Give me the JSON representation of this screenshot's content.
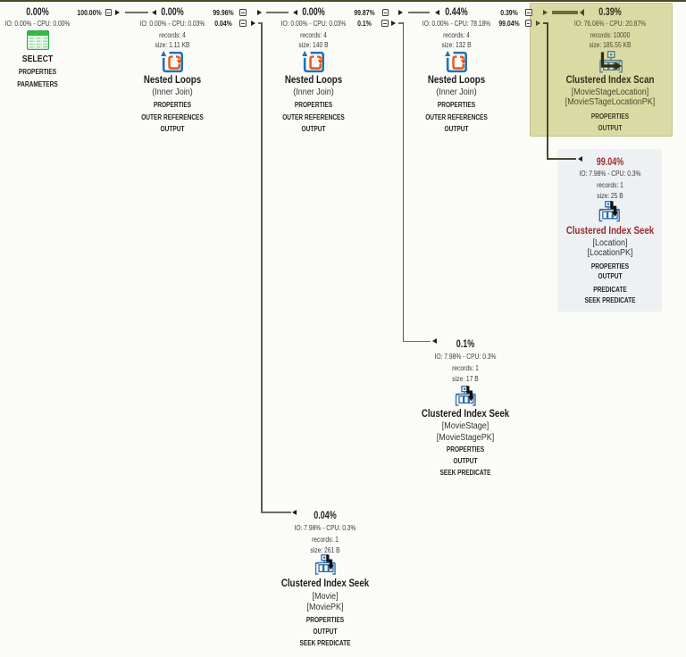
{
  "diagram": {
    "kind": "sql-execution-plan",
    "accent_colors": {
      "selected_highlight": "#dadaa4",
      "seek_highlight": "#edf1f4",
      "expensive_text": "#9b2c2e",
      "top_border": "#45451f"
    },
    "nodes": {
      "select": {
        "header": "0.00%",
        "stats": "IO: 0.00% - CPU: 0.00%",
        "name": "SELECT",
        "sections": [
          "PROPERTIES",
          "PARAMETERS"
        ]
      },
      "nl1": {
        "header": "0.00%",
        "stats": "IO: 0.00% - CPU: 0.03%",
        "records": "records: 4",
        "size": "size: 1.11 KB",
        "name": "Nested Loops",
        "subtitle": "(Inner Join)",
        "sections": [
          "PROPERTIES",
          "OUTER REFERENCES",
          "OUTPUT"
        ]
      },
      "nl2": {
        "header": "0.00%",
        "stats": "IO: 0.00% - CPU: 0.03%",
        "records": "records: 4",
        "size": "size: 140 B",
        "name": "Nested Loops",
        "subtitle": "(Inner Join)",
        "sections": [
          "PROPERTIES",
          "OUTER REFERENCES",
          "OUTPUT"
        ]
      },
      "nl3": {
        "header": "0.44%",
        "stats": "IO: 0.00% - CPU: 78.18%",
        "records": "records: 4",
        "size": "size: 132 B",
        "name": "Nested Loops",
        "subtitle": "(Inner Join)",
        "sections": [
          "PROPERTIES",
          "OUTER REFERENCES",
          "OUTPUT"
        ]
      },
      "scan": {
        "header": "0.39%",
        "stats": "IO: 76.06% - CPU: 20.87%",
        "records": "records: 10000",
        "size": "size: 185.55 KB",
        "name": "Clustered Index Scan",
        "subtitle": "[MovieStageLocation]",
        "subtitle2": "[MovieSTageLocationPK]",
        "sections": [
          "PROPERTIES",
          "OUTPUT"
        ],
        "selected": true
      },
      "seek_location": {
        "header": "99.04%",
        "stats": "IO: 7.98% - CPU: 0.3%",
        "records": "records: 1",
        "size": "size: 25 B",
        "name": "Clustered Index Seek",
        "subtitle": "[Location]",
        "subtitle2": "[LocationPK]",
        "sections": [
          "PROPERTIES",
          "OUTPUT",
          "PREDICATE",
          "SEEK PREDICATE"
        ]
      },
      "seek_moviestage": {
        "header": "0.1%",
        "stats": "IO: 7.98% - CPU: 0.3%",
        "records": "records: 1",
        "size": "size: 17 B",
        "name": "Clustered Index Seek",
        "subtitle": "[MovieStage]",
        "subtitle2": "[MovieStagePK]",
        "sections": [
          "PROPERTIES",
          "OUTPUT",
          "SEEK PREDICATE"
        ]
      },
      "seek_movie": {
        "header": "0.04%",
        "stats": "IO: 7.98% - CPU: 0.3%",
        "records": "records: 1",
        "size": "size: 261 B",
        "name": "Clustered Index Seek",
        "subtitle": "[Movie]",
        "subtitle2": "[MoviePK]",
        "sections": [
          "PROPERTIES",
          "OUTPUT",
          "SEEK PREDICATE"
        ]
      }
    },
    "edges": {
      "select_nl1": {
        "label": "100.00%"
      },
      "nl1_nl2": {
        "label": "99.96%"
      },
      "nl1_seek_movie": {
        "label": "0.04%"
      },
      "nl2_nl3": {
        "label": "99.87%"
      },
      "nl2_seek_moviestage": {
        "label": "0.1%"
      },
      "nl3_scan": {
        "label": "0.39%"
      },
      "nl3_seek_location": {
        "label": "99.04%"
      }
    }
  }
}
